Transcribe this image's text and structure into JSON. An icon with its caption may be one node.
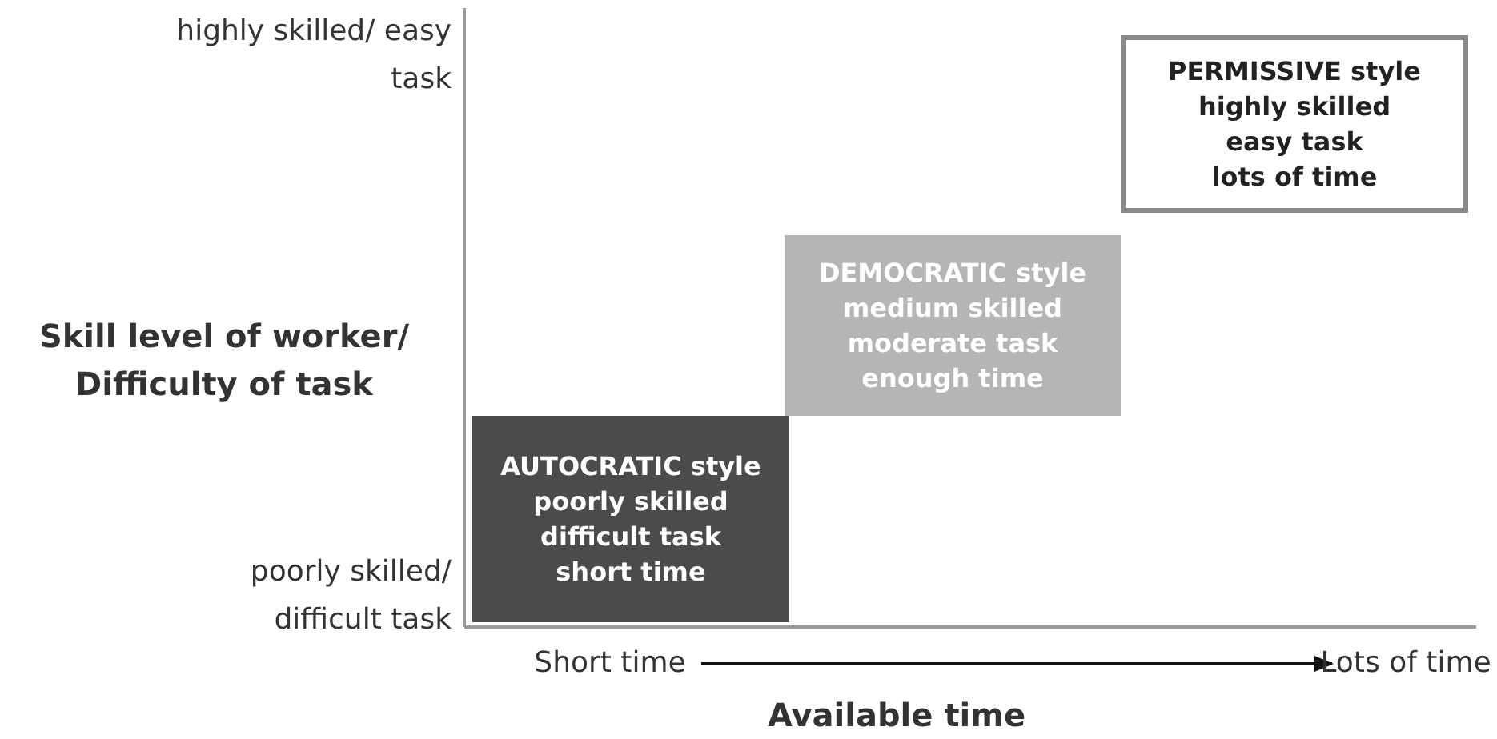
{
  "diagram": {
    "nodes": [
      {
        "text": [
          "AUTOCRATIC style",
          "poorly skilled",
          "difficult task",
          "short time"
        ]
      },
      {
        "text": [
          "DEMOCRATIC style",
          "medium skilled",
          "moderate task",
          "enough time"
        ]
      },
      {
        "text": [
          "PERMISSIVE style",
          "highly skilled",
          "easy task",
          "lots of time"
        ]
      },
      {
        "text": [
          "Short time"
        ]
      },
      {
        "text": [
          "Lots of time"
        ]
      }
    ],
    "edges": [
      {
        "from": 3,
        "to": 4,
        "arrow": "to"
      }
    ],
    "labels": [
      "highly skilled/ easy task",
      "Skill level of worker/ Difficulty of task",
      "poorly skilled/ difficult task",
      "Available time"
    ]
  }
}
